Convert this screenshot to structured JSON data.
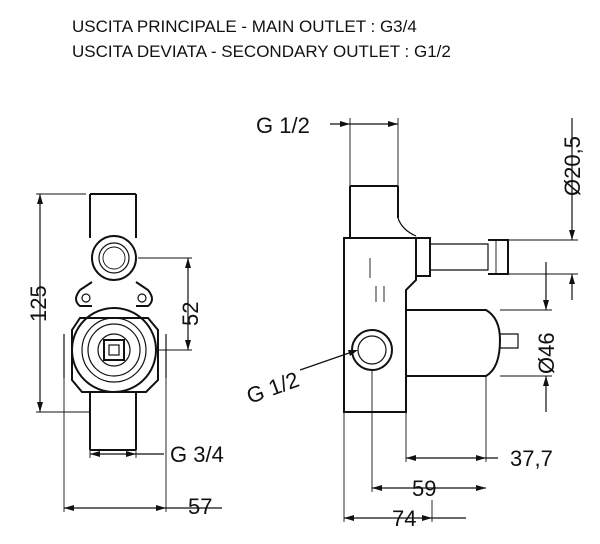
{
  "header": {
    "line1": "USCITA PRINCIPALE - MAIN OUTLET : G3/4",
    "line2": "USCITA DEVIATA - SECONDARY OUTLET : G1/2"
  },
  "front_view": {
    "dim_height": "125",
    "dim_outlet_offset": "52",
    "thread_main": "G 3/4",
    "dim_width": "57"
  },
  "side_view": {
    "thread_top": "G 1/2",
    "dim_diameter_small": "Ø20,5",
    "dim_diameter_large": "Ø46",
    "thread_side": "G 1/2",
    "dim_depth": "37,7",
    "dim_mid": "59",
    "dim_total": "74"
  }
}
